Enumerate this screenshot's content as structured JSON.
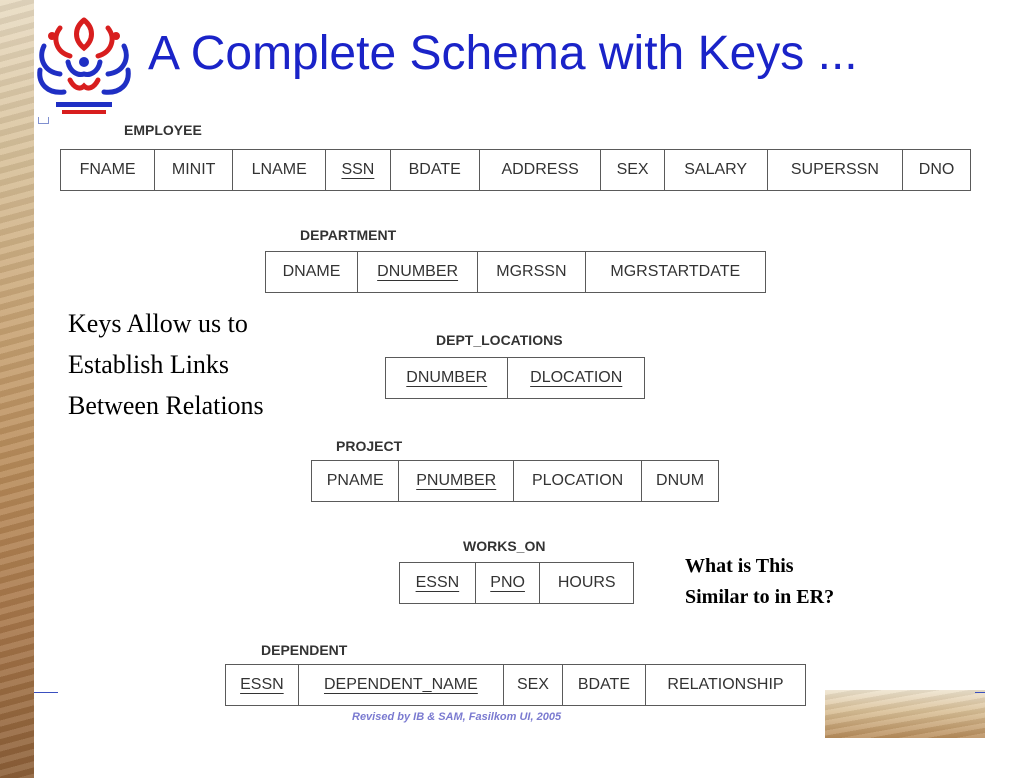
{
  "slide": {
    "title": "A Complete Schema with Keys ...",
    "footer": "Revised by IB & SAM, Fasilkom UI, 2005"
  },
  "notes": {
    "links_line1": "Keys Allow us to",
    "links_line2": "Establish Links",
    "links_line3": "Between Relations",
    "er_line1": "What is This",
    "er_line2": "Similar to in ER?"
  },
  "relations": {
    "employee": {
      "name": "EMPLOYEE",
      "attributes": [
        "FNAME",
        "MINIT",
        "LNAME",
        "SSN",
        "BDATE",
        "ADDRESS",
        "SEX",
        "SALARY",
        "SUPERSSN",
        "DNO"
      ],
      "keys": [
        "SSN"
      ]
    },
    "department": {
      "name": "DEPARTMENT",
      "attributes": [
        "DNAME",
        "DNUMBER",
        "MGRSSN",
        "MGRSTARTDATE"
      ],
      "keys": [
        "DNUMBER"
      ]
    },
    "dept_locations": {
      "name": "DEPT_LOCATIONS",
      "attributes": [
        "DNUMBER",
        "DLOCATION"
      ],
      "keys": [
        "DNUMBER",
        "DLOCATION"
      ]
    },
    "project": {
      "name": "PROJECT",
      "attributes": [
        "PNAME",
        "PNUMBER",
        "PLOCATION",
        "DNUM"
      ],
      "keys": [
        "PNUMBER"
      ]
    },
    "works_on": {
      "name": "WORKS_ON",
      "attributes": [
        "ESSN",
        "PNO",
        "HOURS"
      ],
      "keys": [
        "ESSN",
        "PNO"
      ]
    },
    "dependent": {
      "name": "DEPENDENT",
      "attributes": [
        "ESSN",
        "DEPENDENT_NAME",
        "SEX",
        "BDATE",
        "RELATIONSHIP"
      ],
      "keys": [
        "ESSN",
        "DEPENDENT_NAME"
      ]
    }
  }
}
